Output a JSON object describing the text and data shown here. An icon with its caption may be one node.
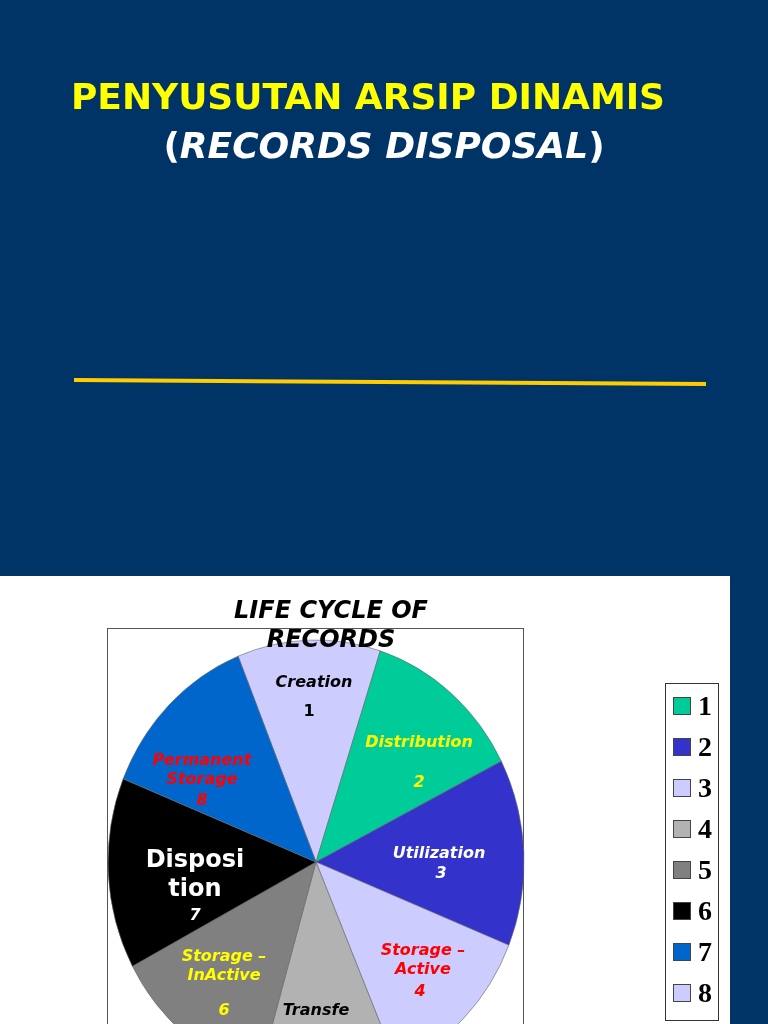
{
  "diagram": {
    "title": "PENYUSUTAN ARSIP DINAMIS",
    "labels": [
      "(*RECORDS DISPOSAL*)",
      "LIFE CYCLE OF RECORDS",
      "Creation",
      "1",
      "Distribution",
      "2",
      "Utilization",
      "3",
      "Storage – Active",
      "4",
      "Transfe",
      "Storage – InActive",
      "6",
      "Disposition",
      "7",
      "Permanent Storage",
      "8"
    ],
    "legend": [
      {
        "text": "1",
        "color": "#00cc99"
      },
      {
        "text": "2",
        "color": "#3333cc"
      },
      {
        "text": "3",
        "color": "#ccccff"
      },
      {
        "text": "4",
        "color": "#b2b2b2"
      },
      {
        "text": "5",
        "color": "#808080"
      },
      {
        "text": "6",
        "color": "#000000"
      },
      {
        "text": "7",
        "color": "#0066cc"
      },
      {
        "text": "8",
        "color": "#ccccff"
      }
    ]
  }
}
